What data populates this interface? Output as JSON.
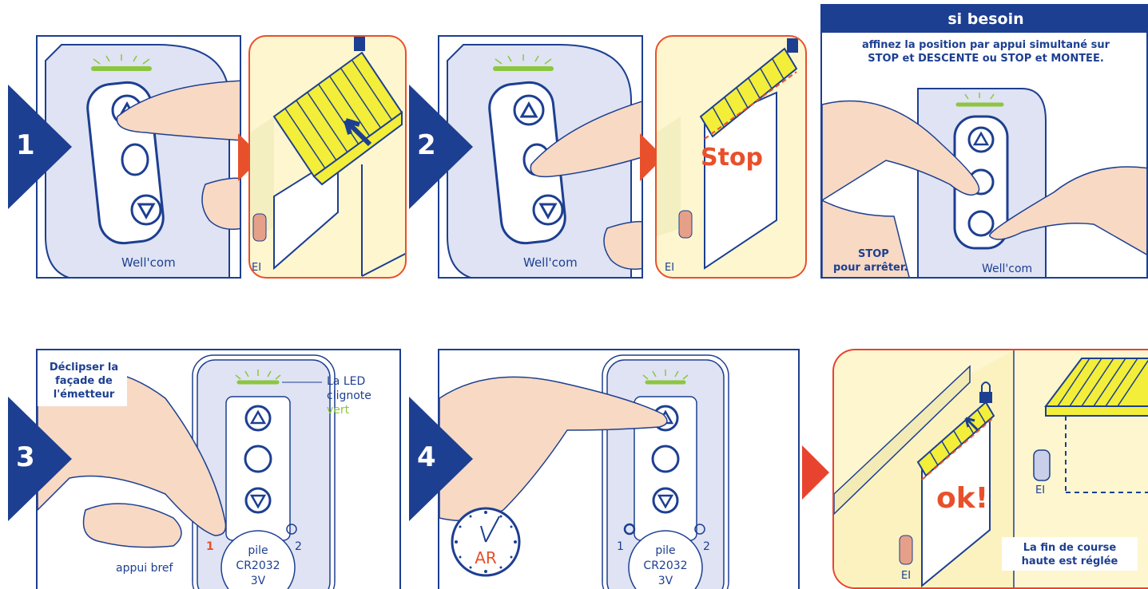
{
  "steps": {
    "s1": "1",
    "s2": "2",
    "s3": "3",
    "s4": "4"
  },
  "brand": "Well'com",
  "panel_stop": {
    "stop_word": "Stop"
  },
  "tip": {
    "header": "si besoin",
    "line1": "affinez la position par appui simultané sur",
    "line2": "STOP et DESCENTE ou STOP et MONTEE.",
    "stop_label": "STOP",
    "stop_caption": "pour arrêter."
  },
  "step3": {
    "callout_line1": "Déclipser la",
    "callout_line2": "façade de",
    "callout_line3": "l'émetteur",
    "led_line1": "La LED",
    "led_line2": "clignote",
    "led_line3": "vert",
    "press_note": "appui bref",
    "switch1": "1",
    "switch2": "2",
    "battery1": "pile",
    "battery2": "CR2032",
    "battery3": "3V"
  },
  "step4": {
    "clock_label": "AR",
    "switch1": "1",
    "switch2": "2",
    "battery1": "pile",
    "battery2": "CR2032",
    "battery3": "3V"
  },
  "final": {
    "ok_word": "ok",
    "ok_mark": "!",
    "caption1": "La fin de course",
    "caption2": "haute est réglée"
  },
  "wall_switch_label": "EI",
  "colors": {
    "blue": "#1d3f91",
    "orange": "#e8502b",
    "green": "#8cc63f",
    "yellow": "#f2ee3a",
    "cream": "#fdf6cf",
    "skin": "#f7d9c4"
  }
}
